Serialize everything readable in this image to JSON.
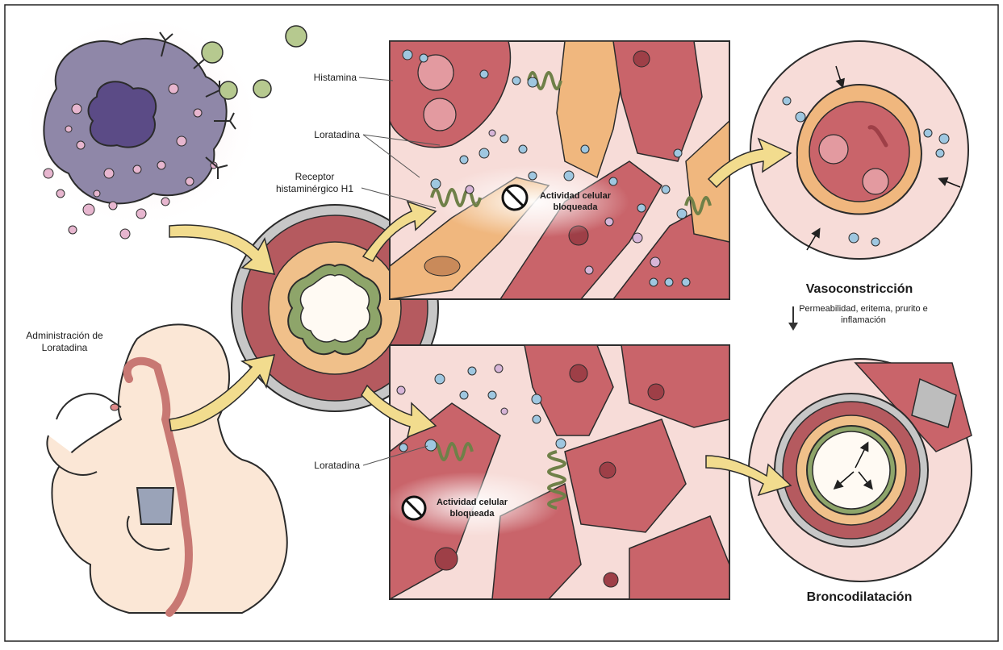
{
  "labels": {
    "histamina": "Histamina",
    "loratadina_top": "Loratadina",
    "receptor": "Receptor histaminérgico H1",
    "actividad_top": "Actividad celular bloqueada",
    "vasoconstriccion": "Vasoconstricción",
    "efectos": "Permeabilidad, eritema, prurito e inflamación",
    "administracion": "Administración de Loratadina",
    "loratadina_bottom": "Loratadina",
    "actividad_bottom": "Actividad celular bloqueada",
    "broncodilatacion": "Broncodilatación"
  },
  "colors": {
    "tissue_bg": "#f7dcd8",
    "cell_red": "#c9646a",
    "cell_dark": "#9e3f47",
    "cell_orange": "#f0b77e",
    "receptor_green": "#b9c98a",
    "histamine_blue": "#9fc7e0",
    "mast_purple": "#8f87a8",
    "skin": "#fbe7d6",
    "arrow_yellow": "#f2dc8e"
  },
  "icons": [
    "mast-cell-icon",
    "blocked-icon",
    "arrow-down-icon"
  ]
}
